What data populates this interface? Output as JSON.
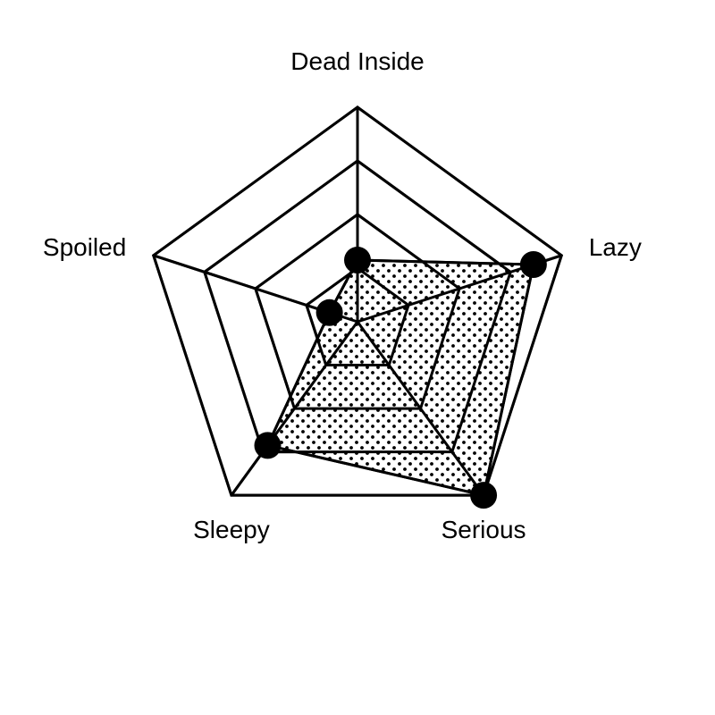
{
  "chart_data": {
    "type": "radar",
    "axes": [
      "Dead Inside",
      "Lazy",
      "Serious",
      "Sleepy",
      "Spoiled"
    ],
    "rlim": [
      0,
      4
    ],
    "rings": 4,
    "grid": true,
    "series": [
      {
        "values": [
          1.15,
          3.45,
          4.0,
          2.85,
          0.55
        ]
      }
    ],
    "colors": {
      "stroke": "#000000",
      "fill": "#ffffff",
      "marker": "#000000",
      "pattern_dot": "#000000"
    },
    "fill_pattern": "dots"
  }
}
